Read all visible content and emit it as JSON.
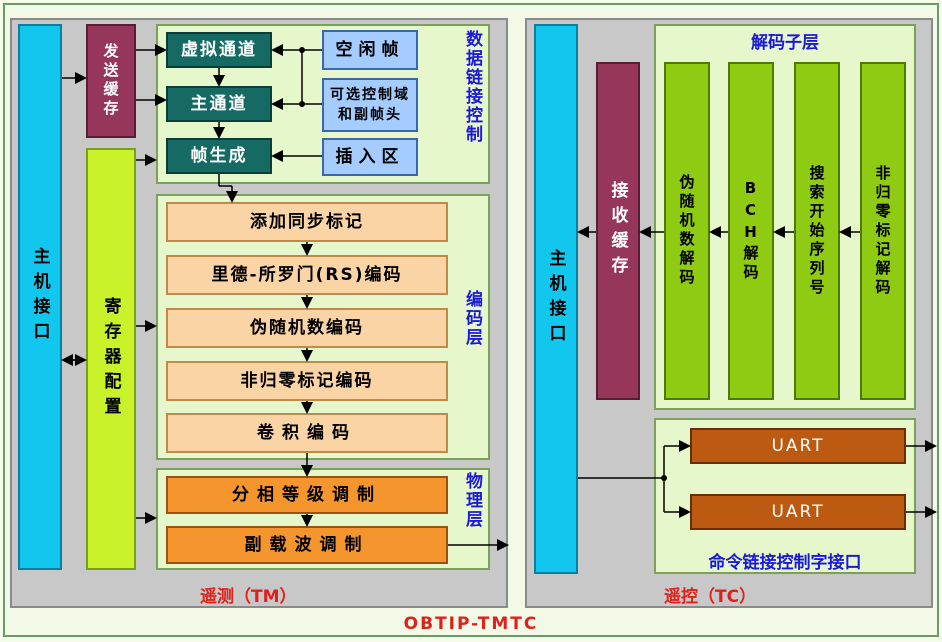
{
  "title": "OBTIP-TMTC",
  "tm": {
    "caption": "遥测（TM）",
    "host_interface": "主机接口",
    "send_buffer": "发送缓存",
    "register_config": "寄存器配置",
    "dll": {
      "label": "数据链接控制",
      "virtual_channel": "虚拟通道",
      "master_channel": "主通道",
      "frame_gen": "帧生成",
      "idle_frame": "空闲帧",
      "optional_header": "可选控制域和副帧头",
      "insert_zone": "插入区"
    },
    "coding": {
      "label": "编码层",
      "steps": [
        "添加同步标记",
        "里德-所罗门(RS)编码",
        "伪随机数编码",
        "非归零标记编码",
        "卷积编码"
      ]
    },
    "physical": {
      "label": "物理层",
      "steps": [
        "分相等级调制",
        "副载波调制"
      ]
    }
  },
  "tc": {
    "caption": "遥控（TC）",
    "host_interface": "主机接口",
    "recv_buffer": "接收缓存",
    "decode": {
      "label": "解码子层",
      "steps": [
        "伪随机数解码",
        "BCH解码",
        "搜索开始序列号",
        "非归零标记解码"
      ]
    },
    "cmd": {
      "label": "命令链接控制字接口",
      "uart1": "UART",
      "uart2": "UART"
    }
  }
}
